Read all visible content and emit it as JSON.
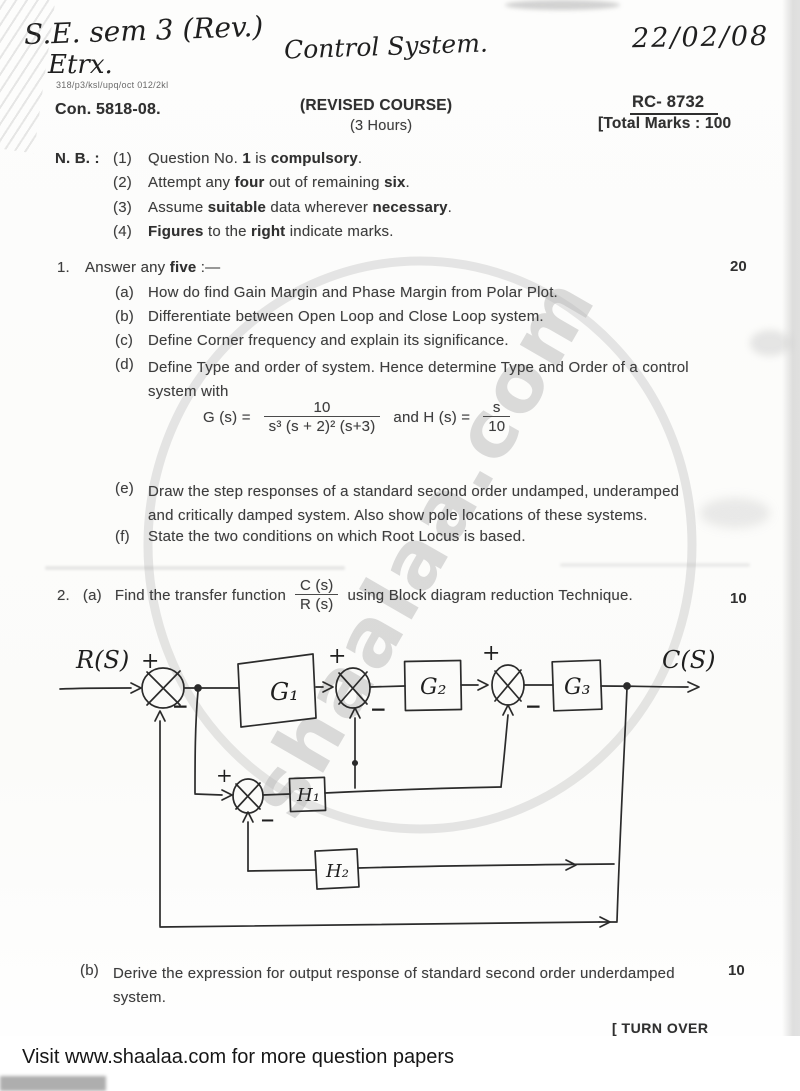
{
  "handwritten": {
    "course_code": "S.E. sem 3 (Rev.)",
    "branch": "Etrx.",
    "subject": "Control System.",
    "date": "22/02/08"
  },
  "header": {
    "print_code": "318/p3/ksl/upq/oct 012/2kl",
    "con_no": "Con. 5818-08.",
    "course_type": "(REVISED COURSE)",
    "duration": "(3 Hours)",
    "paper_code": "RC- 8732",
    "total_marks": "[Total Marks : 100"
  },
  "nb": {
    "label": "N. B. :",
    "items": [
      {
        "num": "(1)",
        "segments": [
          {
            "t": "Question No. "
          },
          {
            "t": "1",
            "b": true
          },
          {
            "t": " is "
          },
          {
            "t": "compulsory",
            "b": true
          },
          {
            "t": "."
          }
        ]
      },
      {
        "num": "(2)",
        "segments": [
          {
            "t": "Attempt any "
          },
          {
            "t": "four",
            "b": true
          },
          {
            "t": " out of remaining "
          },
          {
            "t": "six",
            "b": true
          },
          {
            "t": "."
          }
        ]
      },
      {
        "num": "(3)",
        "segments": [
          {
            "t": "Assume "
          },
          {
            "t": "suitable",
            "b": true
          },
          {
            "t": " data wherever "
          },
          {
            "t": "necessary",
            "b": true
          },
          {
            "t": "."
          }
        ]
      },
      {
        "num": "(4)",
        "segments": [
          {
            "t": "Figures",
            "b": true
          },
          {
            "t": " to the "
          },
          {
            "t": "right",
            "b": true
          },
          {
            "t": " indicate marks."
          }
        ]
      }
    ]
  },
  "q1": {
    "num": "1.",
    "intro_segments": [
      {
        "t": "Answer any "
      },
      {
        "t": "five",
        "b": true
      },
      {
        "t": " :—"
      }
    ],
    "marks": "20",
    "items": [
      {
        "num": "(a)",
        "lines": [
          "How do find Gain Margin and Phase Margin from Polar Plot."
        ]
      },
      {
        "num": "(b)",
        "lines": [
          "Differentiate between Open Loop and Close Loop system."
        ]
      },
      {
        "num": "(c)",
        "lines": [
          "Define Corner frequency and explain its significance."
        ]
      },
      {
        "num": "(d)",
        "lines": [
          "Define Type and order of system. Hence determine Type and Order of a control",
          "system with"
        ]
      },
      {
        "num": "(e)",
        "lines": [
          "Draw the step responses of a standard second order undamped, underamped",
          "and critically damped system. Also show pole locations of these systems."
        ]
      },
      {
        "num": "(f)",
        "lines": [
          "State the two conditions on which Root Locus is based."
        ]
      }
    ],
    "formula": {
      "g_label": "G (s) =",
      "g_num": "10",
      "g_den": "s³ (s + 2)² (s+3)",
      "connector": "and H (s) =",
      "h_num": "s",
      "h_den": "10"
    }
  },
  "q2a": {
    "num": "2.",
    "sub": "(a)",
    "pre": "Find the transfer function",
    "frac_num": "C (s)",
    "frac_den": "R (s)",
    "post": "using Block diagram reduction Technique.",
    "marks": "10"
  },
  "diagram": {
    "input_label": "R(S)",
    "output_label": "C(S)",
    "block_g1": "G₁",
    "block_g2": "G₂",
    "block_g3": "G₃",
    "block_h1": "H₁",
    "block_h2": "H₂",
    "plus": "+",
    "minus": "−"
  },
  "q2b": {
    "sub": "(b)",
    "lines": [
      "Derive the expression for output response of standard second order underdamped",
      "system."
    ],
    "marks": "10"
  },
  "turn_over": "[ TURN OVER",
  "watermark": {
    "text": "shaalaa.com"
  },
  "footer": "Visit www.shaalaa.com for more question papers"
}
